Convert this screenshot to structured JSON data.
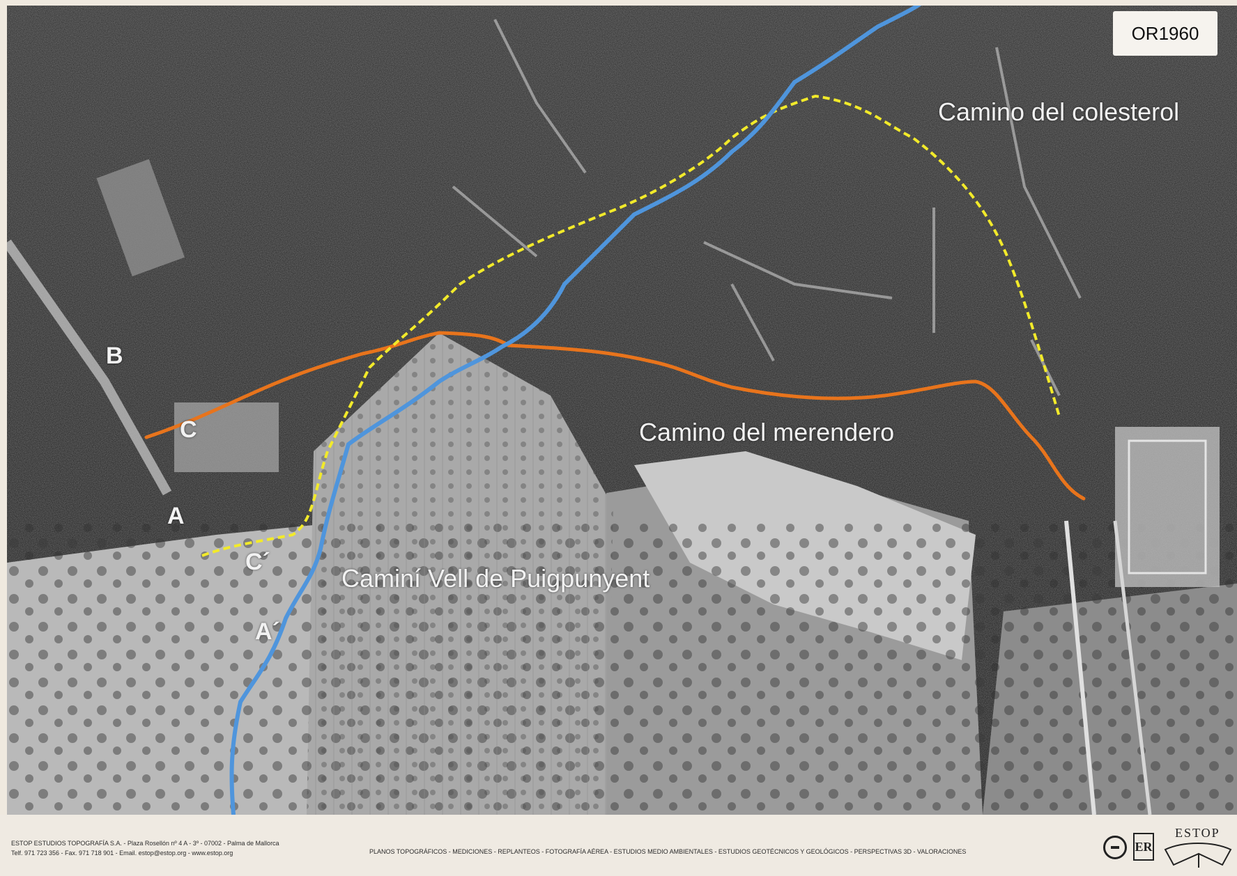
{
  "map": {
    "badge": "OR1960",
    "labels": {
      "colesterol": "Camino del colesterol",
      "merendero": "Camino del merendero",
      "puigpunyent": "Caminí Vell de Puigpunyent",
      "b": "B",
      "c": "C",
      "a": "A",
      "c_prime": "C´",
      "a_prime": "A´"
    },
    "routes": {
      "merendero_color": "#e8741c",
      "colesterol_color": "#f2ea2a",
      "puigpunyent_color": "#4f95dc"
    }
  },
  "footer": {
    "company": "ESTOP ESTUDIOS TOPOGRAFÍA S.A.  -  Plaza Rosellón nº 4 A - 3º - 07002 - Palma de Mallorca",
    "contact": "Telf. 971 723 356 - Fax. 971 718 901 - Email. estop@estop.org - www.estop.org",
    "services": "PLANOS TOPOGRÁFICOS - MEDICIONES - REPLANTEOS - FOTOGRAFÍA AÉREA - ESTUDIOS MEDIO AMBIENTALES - ESTUDIOS GEOTÉCNICOS Y GEOLÓGICOS - PERSPECTIVAS 3D - VALORACIONES",
    "logo_text": "ESTOP"
  }
}
